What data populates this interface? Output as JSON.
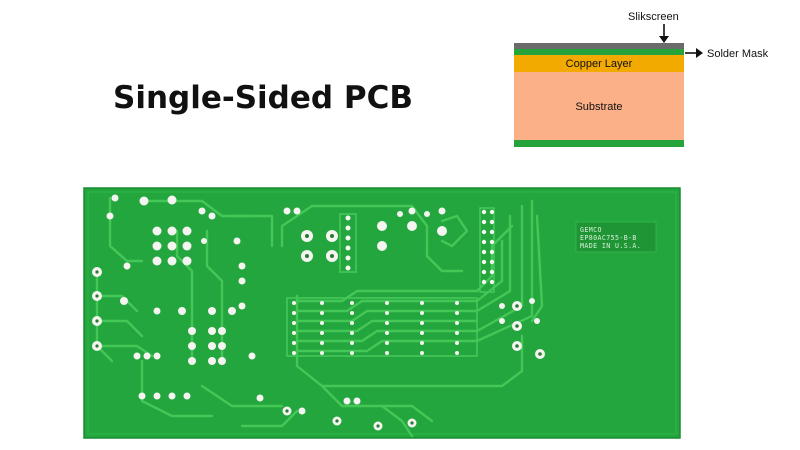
{
  "page": {
    "title": "Single-Sided PCB"
  },
  "layer_stack": {
    "layers": [
      {
        "name": "Slikscreen",
        "color": "#6b6b6b"
      },
      {
        "name": "Solder Mask",
        "color": "#25a43c"
      },
      {
        "name": "Copper Layer",
        "color": "#f2a900"
      },
      {
        "name": "Substrate",
        "color": "#fbb088"
      }
    ],
    "bottom_color": "#25a43c"
  },
  "board": {
    "mask_color": "#23a63d",
    "trace_color": "#45c757",
    "pad_color": "#f4f4f0",
    "marking_lines": [
      "GEMCO",
      "EP80AC755-B-B",
      "MADE IN U.S.A."
    ]
  }
}
